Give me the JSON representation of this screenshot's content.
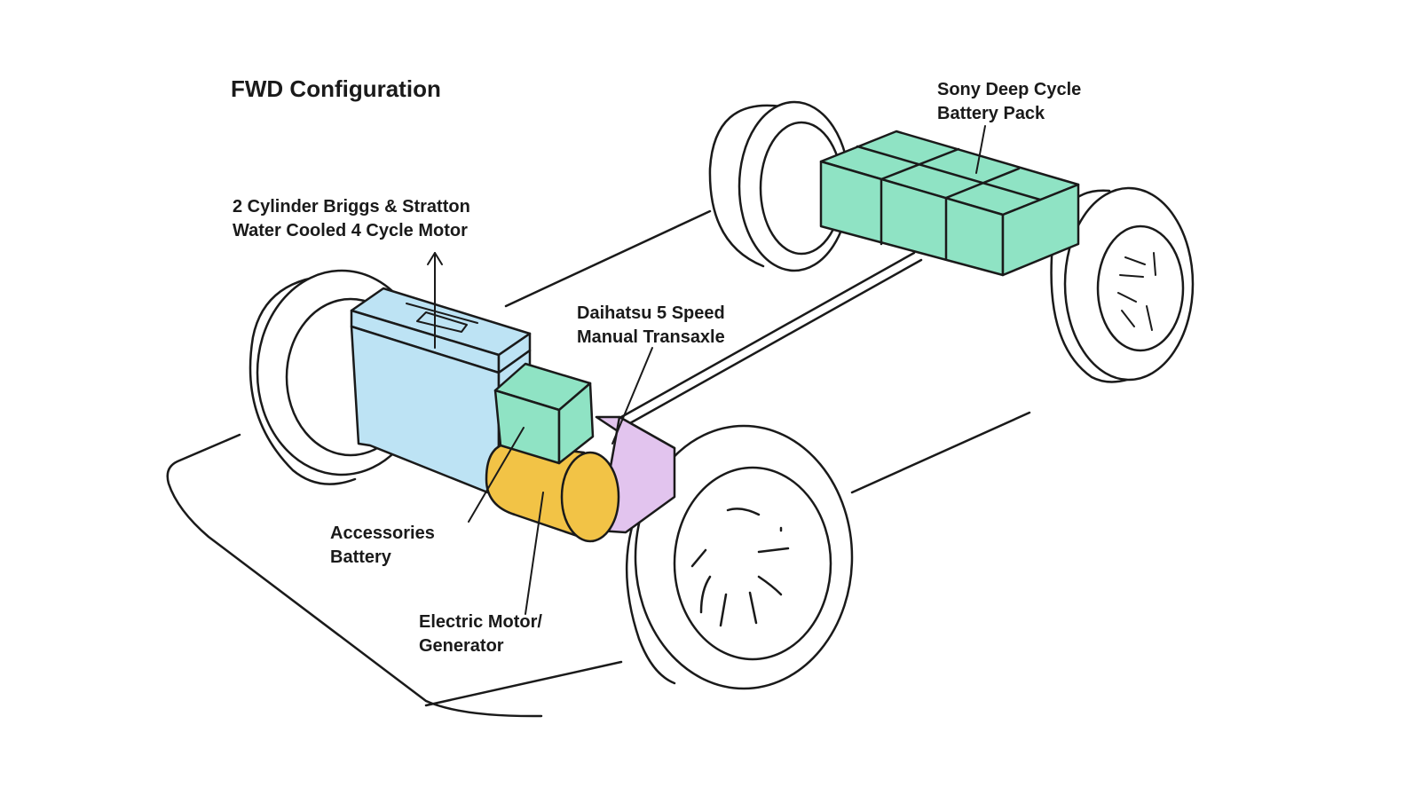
{
  "title": "FWD Configuration",
  "labels": {
    "engine": [
      "2 Cylinder Briggs & Stratton",
      "Water Cooled 4 Cycle Motor"
    ],
    "battery_pack": [
      "Sony Deep Cycle",
      "Battery Pack"
    ],
    "transaxle": [
      "Daihatsu 5 Speed",
      "Manual Transaxle"
    ],
    "accessories_battery": [
      "Accessories",
      "Battery"
    ],
    "motor_generator": [
      "Electric Motor/",
      "Generator"
    ]
  },
  "colors": {
    "engine": "#bde3f4",
    "accessories_battery": "#8fe3c4",
    "battery_pack": "#8fe3c4",
    "transaxle": "#e2c4ee",
    "motor_generator": "#f2c346",
    "ink": "#1a1a1a"
  }
}
